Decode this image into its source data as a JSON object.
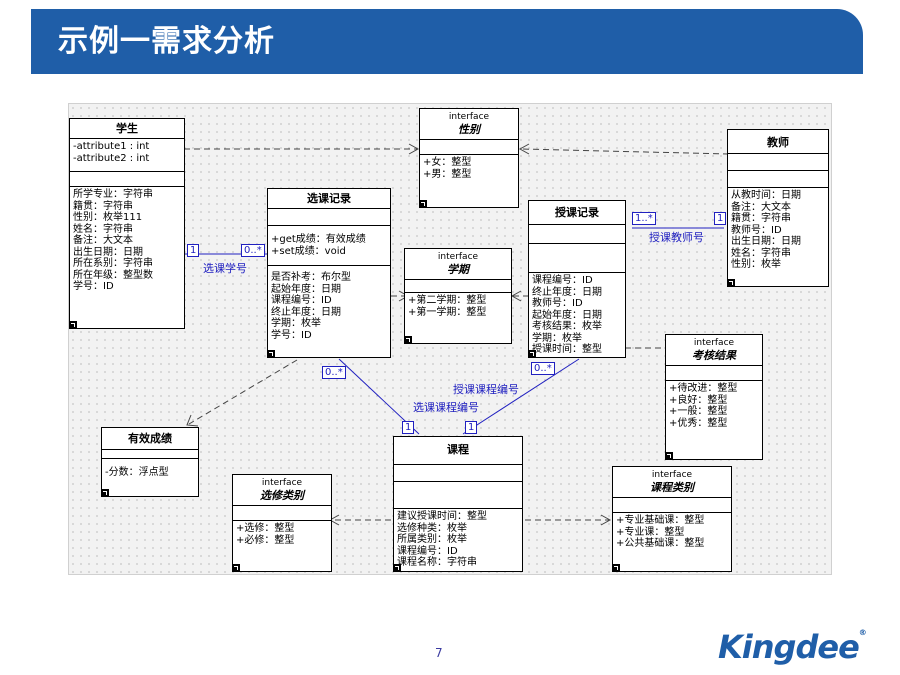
{
  "slide": {
    "title": "示例一需求分析",
    "page_number": "7",
    "logo_text": "Kingdee",
    "logo_mark": "®"
  },
  "colors": {
    "banner": "#1f5ea8",
    "association": "#2020c0",
    "logo": "#1f5ea8"
  },
  "boxes": {
    "student": {
      "name": "学生",
      "attrs": [
        "-attribute1 : int",
        "-attribute2 : int"
      ],
      "ops": [
        "所学专业：字符串",
        "籍贯：字符串",
        "性别：枚举111",
        "姓名：字符串",
        "备注：大文本",
        "出生日期：日期",
        "所在系别：字符串",
        "所在年级：整型数",
        "学号：ID"
      ]
    },
    "gender": {
      "stereotype": "interface",
      "name": "性别",
      "items": [
        "+女：整型",
        "+男：整型"
      ]
    },
    "teacher": {
      "name": "教师",
      "items": [
        "从教时间：日期",
        "备注：大文本",
        "籍贯：字符串",
        "教师号：ID",
        "出生日期：日期",
        "姓名：字符串",
        "性别：枚举"
      ]
    },
    "enrollment": {
      "name": "选课记录",
      "ops": [
        "+get成绩：有效成绩",
        "+set成绩：void"
      ],
      "items": [
        "是否补考：布尔型",
        "起始年度：日期",
        "课程编号：ID",
        "终止年度：日期",
        "学期：枚举",
        "学号：ID"
      ]
    },
    "term": {
      "stereotype": "interface",
      "name": "学期",
      "items": [
        "+第二学期：整型",
        "+第一学期：整型"
      ]
    },
    "teaching": {
      "name": "授课记录",
      "items": [
        "课程编号：ID",
        "终止年度：日期",
        "教师号：ID",
        "起始年度：日期",
        "考核结果：枚举",
        "学期：枚举",
        "授课时间：整型"
      ]
    },
    "assessment": {
      "stereotype": "interface",
      "name": "考核结果",
      "items": [
        "+待改进：整型",
        "+良好：整型",
        "+一般：整型",
        "+优秀：整型"
      ]
    },
    "grade": {
      "name": "有效成绩",
      "items": [
        "-分数：浮点型"
      ]
    },
    "course": {
      "name": "课程",
      "items": [
        "建议授课时间：整型",
        "选修种类：枚举",
        "所属类别：枚举",
        "课程编号：ID",
        "课程名称：字符串"
      ]
    },
    "elective": {
      "stereotype": "interface",
      "name": "选修类别",
      "items": [
        "+选修：整型",
        "+必修：整型"
      ]
    },
    "category": {
      "stereotype": "interface",
      "name": "课程类别",
      "items": [
        "+专业基础课：整型",
        "+专业课：整型",
        "+公共基础课：整型"
      ]
    }
  },
  "associations": {
    "student_enroll": {
      "label": "选课学号",
      "mult_a": "1",
      "mult_b": "0..*"
    },
    "teacher_teach": {
      "label": "授课教师号",
      "mult_a": "1..*",
      "mult_b": "1"
    },
    "teach_course": {
      "label": "授课课程编号",
      "mult_a": "0..*",
      "mult_b": "1"
    },
    "enroll_course": {
      "label": "选课课程编号",
      "mult_a": "0..*",
      "mult_b": "1"
    }
  }
}
